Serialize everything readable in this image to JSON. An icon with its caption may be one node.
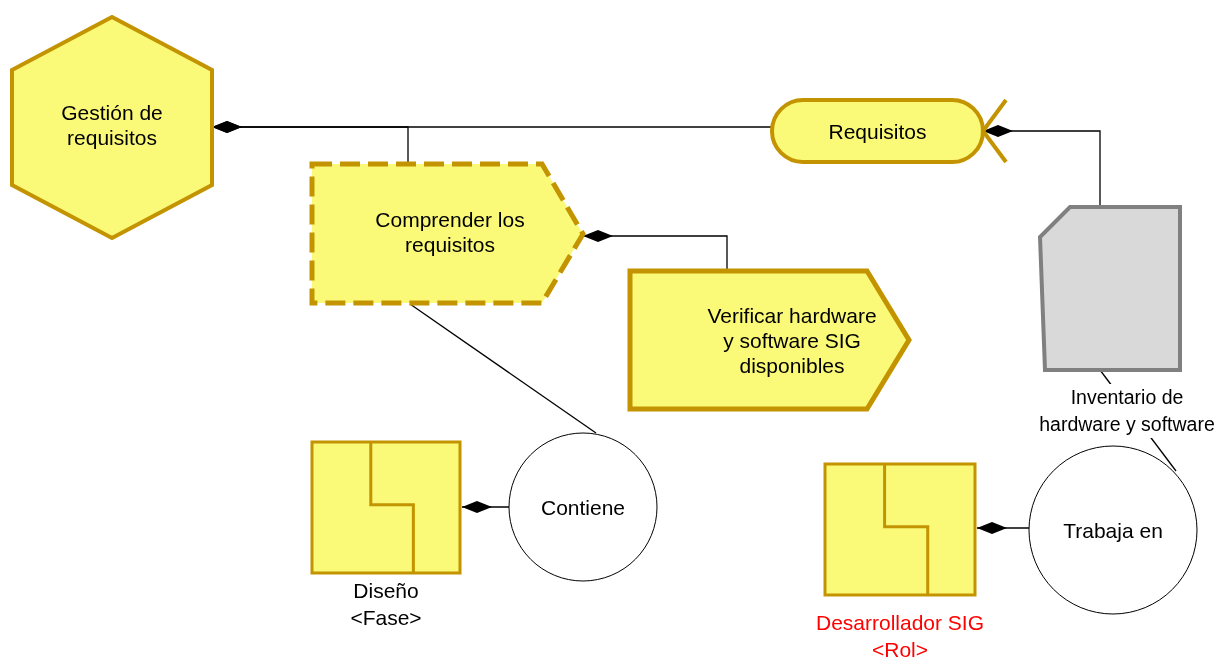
{
  "diagram": {
    "nodes": [
      {
        "text": [
          "Gestión de requisitos"
        ]
      },
      {
        "text": [
          "Comprender los requisitos"
        ]
      },
      {
        "text": [
          "Verificar hardware y software SIG disponibles"
        ]
      },
      {
        "text": [
          "Requisitos"
        ]
      },
      {
        "text": [
          "Inventario de hardware y software"
        ]
      },
      {
        "text": [
          "Diseño",
          "<Fase>"
        ]
      },
      {
        "text": [
          "Contiene"
        ]
      },
      {
        "text": [
          "Desarrollador SIG",
          "<Rol>"
        ]
      },
      {
        "text": [
          "Trabaja en"
        ]
      }
    ],
    "edges": [
      {
        "from": 1,
        "to": 0,
        "arrow": "other"
      },
      {
        "from": 3,
        "to": 0,
        "arrow": "other"
      },
      {
        "from": 4,
        "to": 3,
        "arrow": "other"
      },
      {
        "from": 2,
        "to": 1,
        "arrow": "other"
      },
      {
        "from": 6,
        "to": 1,
        "arrow": "none"
      },
      {
        "from": 6,
        "to": 5,
        "arrow": "other"
      },
      {
        "from": 8,
        "to": 7,
        "arrow": "other"
      },
      {
        "from": 8,
        "to": 4,
        "arrow": "none"
      }
    ]
  }
}
